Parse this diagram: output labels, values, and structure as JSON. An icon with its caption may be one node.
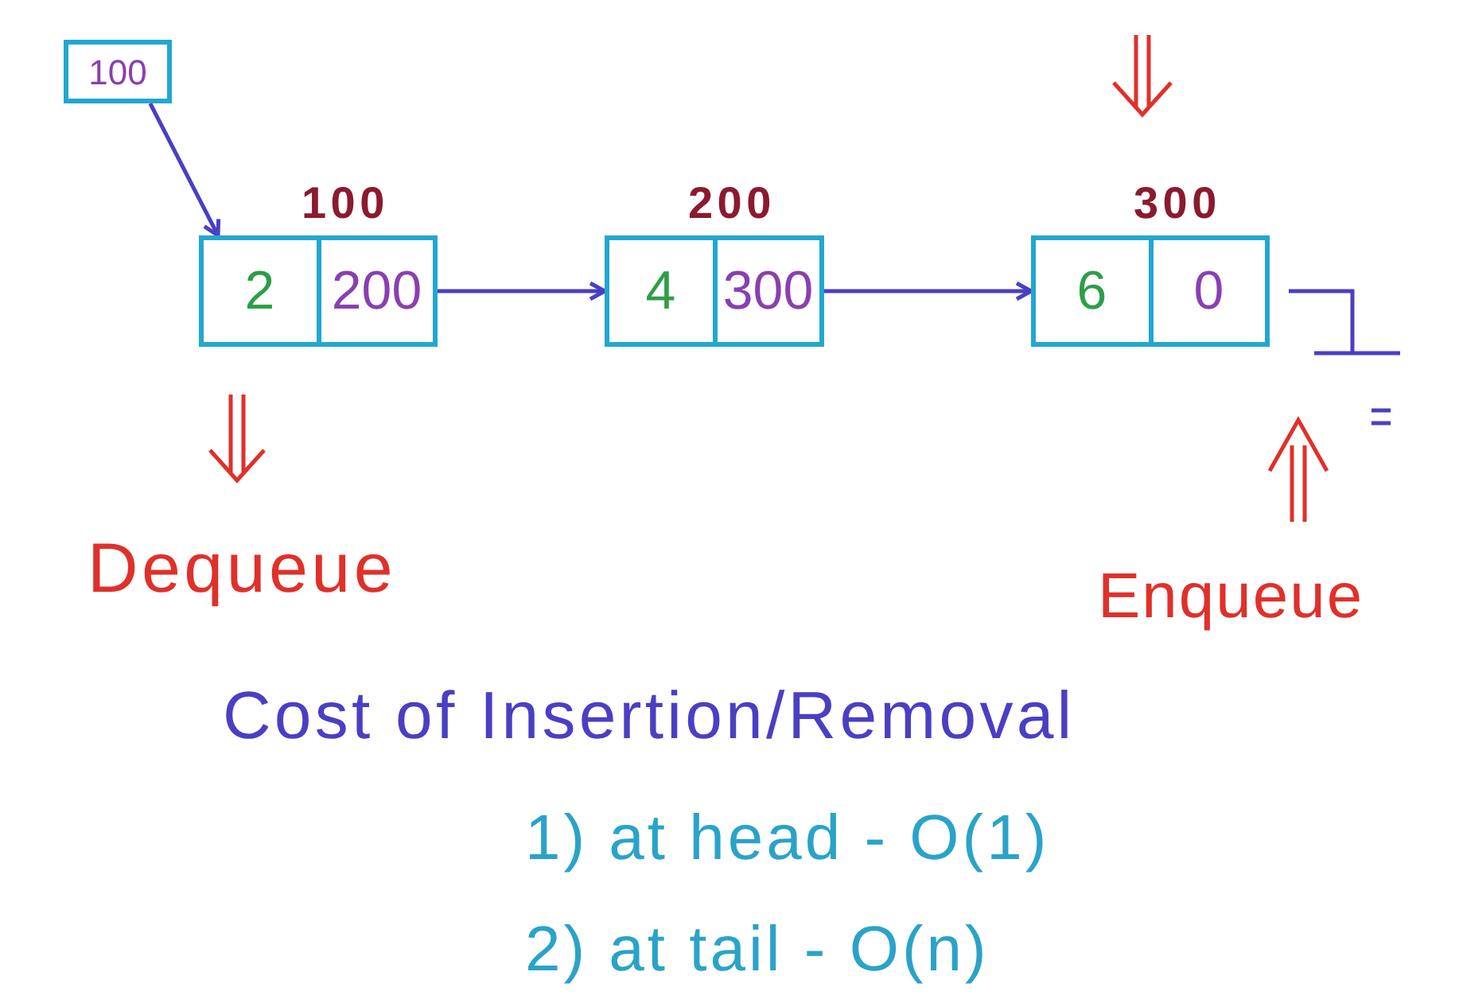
{
  "diagram": {
    "nodes": [
      {
        "text": [
          "100"
        ]
      },
      {
        "text": [
          "2",
          "200"
        ],
        "beside": [
          "100"
        ]
      },
      {
        "text": [
          "4",
          "300"
        ],
        "beside": [
          "200"
        ]
      },
      {
        "text": [
          "6",
          "0"
        ],
        "beside": [
          "300"
        ]
      }
    ],
    "edges": [
      {
        "from": 0,
        "to": 1,
        "arrow": "to"
      },
      {
        "from": 1,
        "to": 2,
        "arrow": "to"
      },
      {
        "from": 2,
        "to": 3,
        "arrow": "to"
      }
    ],
    "labels": [
      "Dequeue",
      "Enqueue",
      "Cost of Insertion/Removal",
      "1) at head - O(1)",
      "2) at tail - O(n)"
    ]
  }
}
